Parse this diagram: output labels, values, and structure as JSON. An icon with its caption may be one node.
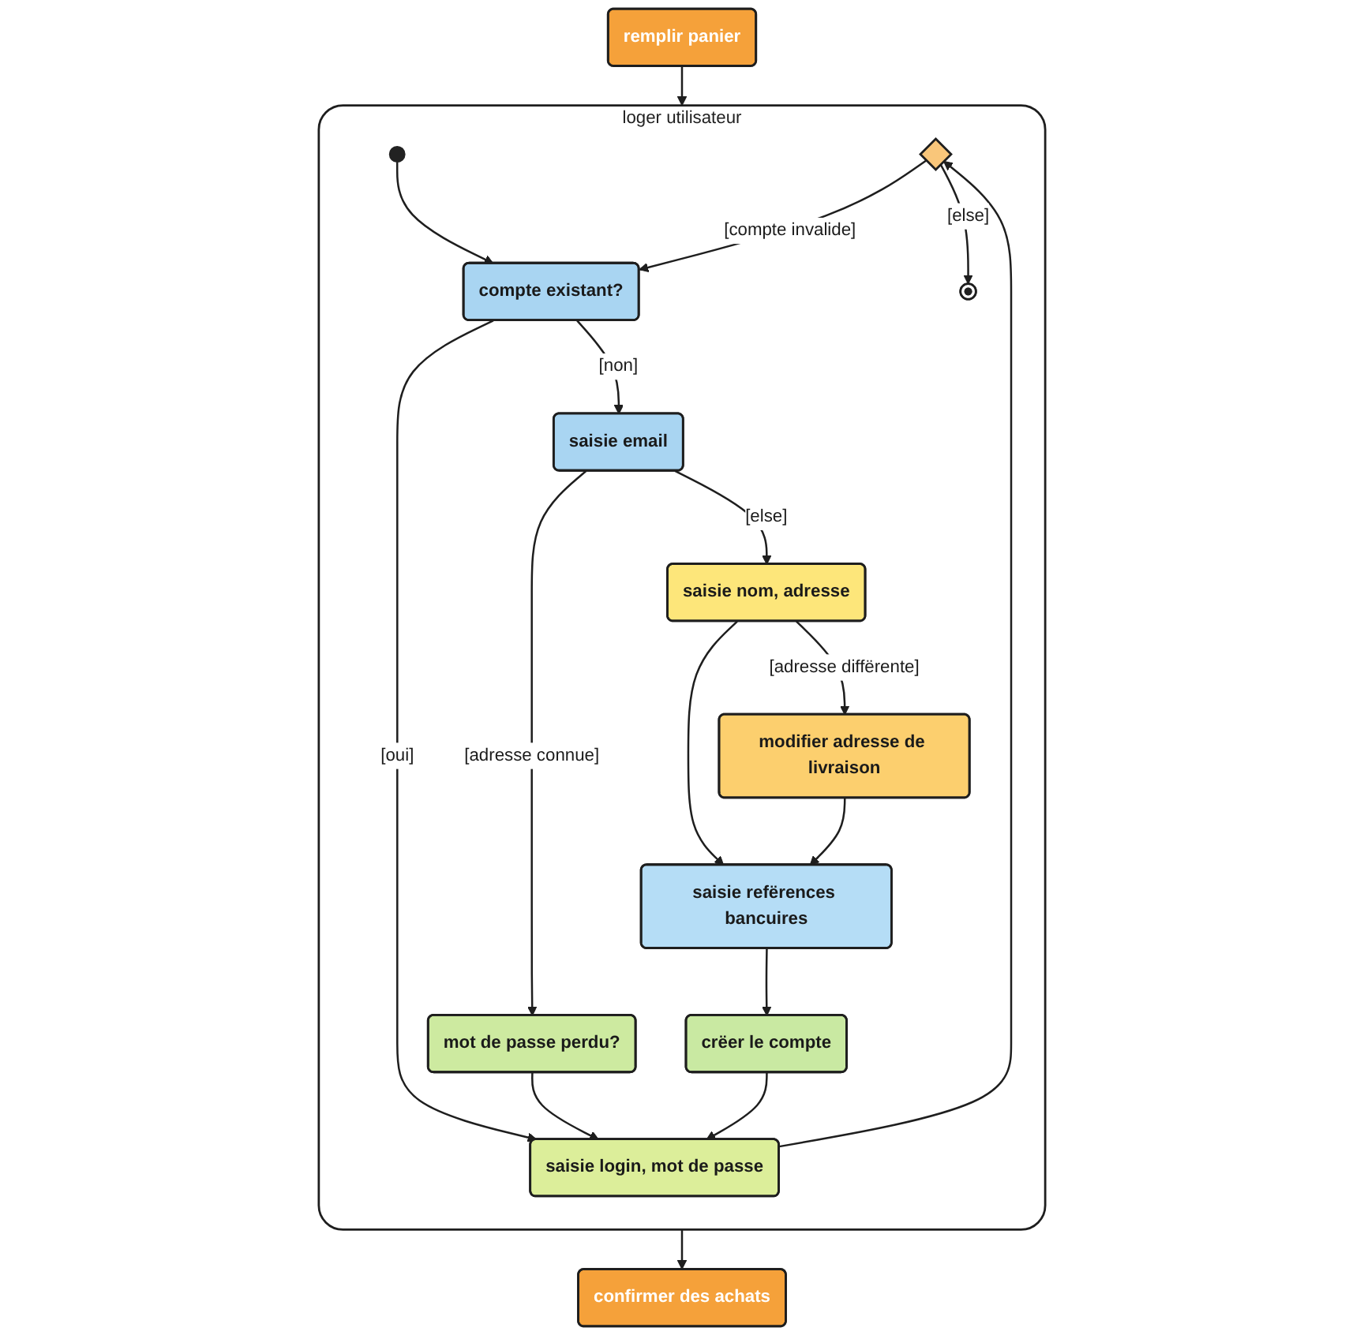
{
  "diagram": {
    "nodes": [
      {
        "text": [
          "remplir panier"
        ]
      },
      {
        "text": [
          "confirmer des achats"
        ]
      },
      {
        "text": [
          "loger utilisateur"
        ]
      },
      {
        "text": [],
        "shape": "diamond",
        "in": 2
      },
      {
        "text": [],
        "shape": "circle",
        "in": 2
      },
      {
        "text": [],
        "shape": "circle",
        "in": 2
      },
      {
        "text": [
          "compte existant?"
        ],
        "in": 2
      },
      {
        "text": [
          "saisie login, mot de passe"
        ],
        "in": 2
      },
      {
        "text": [
          "crëer le compte"
        ],
        "in": 2
      },
      {
        "text": [
          "saisie email"
        ],
        "in": 2
      },
      {
        "text": [
          "mot de passe perdu?"
        ],
        "in": 2
      },
      {
        "text": [
          "saisie nom, adresse"
        ],
        "in": 2
      },
      {
        "text": [
          "saisie refërences bancuires"
        ],
        "in": 2
      },
      {
        "text": [
          "modifier adresse de livraison"
        ],
        "in": 2
      }
    ],
    "edges": [
      {
        "from": 0,
        "to": 2,
        "arrow": "to"
      },
      {
        "from": 2,
        "to": 1,
        "arrow": "to"
      },
      {
        "from": 5,
        "to": 6,
        "arrow": "to"
      },
      {
        "from": 3,
        "to": 6,
        "arrow": "to",
        "label": "[compte invalide]"
      },
      {
        "from": 3,
        "to": 4,
        "arrow": "to",
        "label": "[else]"
      },
      {
        "from": 6,
        "to": 7,
        "arrow": "to",
        "label": "[oui]"
      },
      {
        "from": 7,
        "to": 3,
        "arrow": "to"
      },
      {
        "from": 6,
        "to": 9,
        "arrow": "to",
        "label": "[non]"
      },
      {
        "from": 9,
        "to": 10,
        "arrow": "to",
        "label": "[adresse connue]"
      },
      {
        "from": 10,
        "to": 7,
        "arrow": "to"
      },
      {
        "from": 9,
        "to": 11,
        "arrow": "to",
        "label": "[else]"
      },
      {
        "from": 11,
        "to": 12,
        "arrow": "to"
      },
      {
        "from": 11,
        "to": 13,
        "arrow": "to",
        "label": "[adresse diffërente]"
      },
      {
        "from": 13,
        "to": 12,
        "arrow": "to"
      },
      {
        "from": 12,
        "to": 8,
        "arrow": "to"
      },
      {
        "from": 8,
        "to": 7,
        "arrow": "to"
      }
    ]
  }
}
